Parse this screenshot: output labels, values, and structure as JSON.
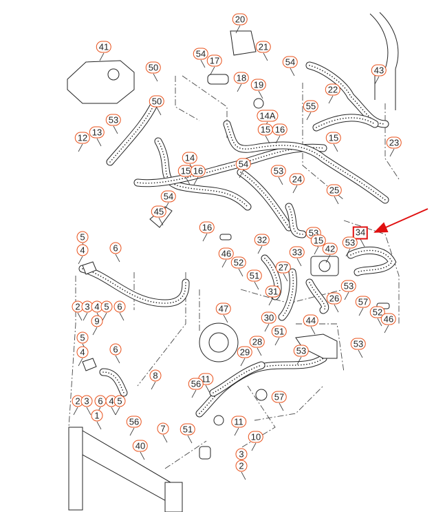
{
  "diagram": {
    "highlight_color": "#e01010",
    "callout_color": "#e8501a",
    "highlighted_part": "34",
    "callouts": [
      "20",
      "21",
      "41",
      "54",
      "17",
      "54",
      "43",
      "50",
      "18",
      "19",
      "22",
      "50",
      "55",
      "53",
      "14A",
      "15",
      "16",
      "13",
      "12",
      "15",
      "23",
      "14",
      "54",
      "15",
      "16",
      "53",
      "24",
      "25",
      "54",
      "45",
      "16",
      "53",
      "15",
      "34",
      "53",
      "5",
      "4",
      "6",
      "46",
      "52",
      "32",
      "33",
      "42",
      "27",
      "53",
      "51",
      "31",
      "26",
      "57",
      "52",
      "46",
      "2",
      "3",
      "4",
      "5",
      "6",
      "9",
      "47",
      "30",
      "44",
      "51",
      "28",
      "29",
      "53",
      "53",
      "5",
      "4",
      "6",
      "8",
      "11",
      "56",
      "57",
      "2",
      "3",
      "6",
      "4",
      "5",
      "1",
      "56",
      "7",
      "11",
      "51",
      "10",
      "40",
      "3",
      "2"
    ]
  }
}
